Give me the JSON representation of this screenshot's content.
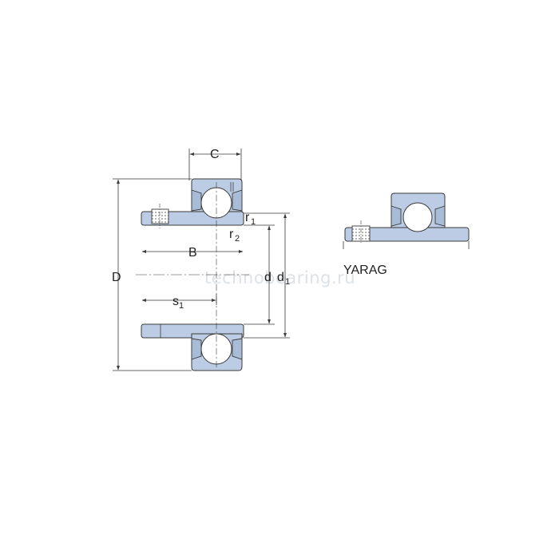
{
  "labels": {
    "C": "C",
    "B": "B",
    "D": "D",
    "d": "d",
    "d1_main": "d",
    "d1_sub": "1",
    "r1_main": "r",
    "r1_sub": "1",
    "r2_main": "r",
    "r2_sub": "2",
    "s1_main": "s",
    "s1_sub": "1"
  },
  "series_name": "YARAG",
  "watermark": "technobearing.ru",
  "colors": {
    "part_fill": "#bccce4",
    "line": "#3a3a3a",
    "watermark": "#dde2ea"
  }
}
